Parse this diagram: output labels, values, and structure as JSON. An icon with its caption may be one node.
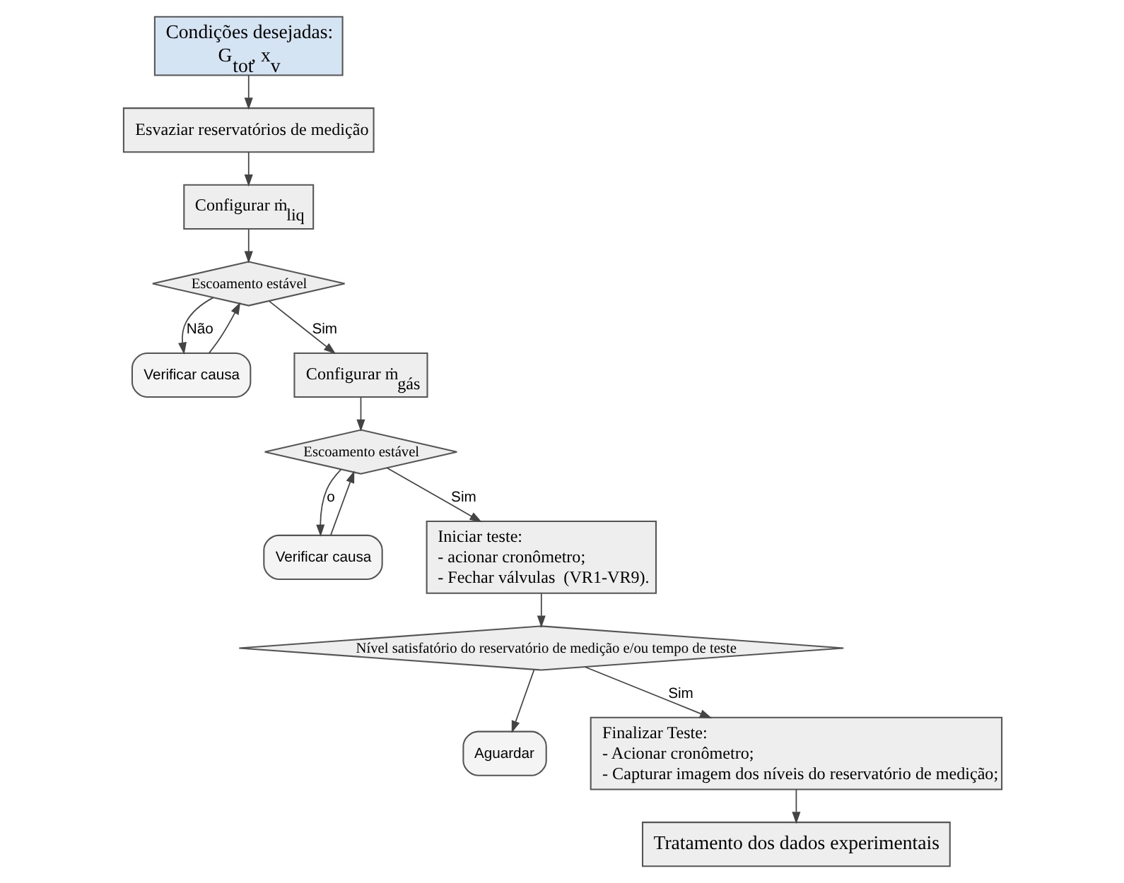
{
  "diagram": {
    "nodes": [
      {
        "text": [
          "Condições desejadas:",
          "G$_{tot}$, x$_{v}$"
        ]
      },
      {
        "text": [
          "Esvaziar reservatórios de medição"
        ]
      },
      {
        "text": [
          "Configurar ṁ$_{liq}$"
        ]
      },
      {
        "text": [
          "Escoamento estável"
        ]
      },
      {
        "text": [
          "Verificar causa"
        ]
      },
      {
        "text": [
          "Configurar ṁ$_{gás}$"
        ]
      },
      {
        "text": [
          "Escoamento estável"
        ]
      },
      {
        "text": [
          "Verificar causa"
        ]
      },
      {
        "text": [
          "Iniciar teste:",
          "- acionar cronômetro;",
          "- Fechar válvulas  (VR1-VR9)."
        ]
      },
      {
        "text": [
          "Nível satisfatório do reservatório de medição e/ou tempo de teste"
        ]
      },
      {
        "text": [
          "Aguardar"
        ]
      },
      {
        "text": [
          "Finalizar Teste:",
          "- Acionar cronômetro;",
          "- Capturar imagem dos níveis do reservatório de medição;"
        ]
      },
      {
        "text": [
          "Tratamento dos dados experimentais"
        ]
      }
    ],
    "edges": [
      {
        "from": 0,
        "to": 1,
        "arrow": "to"
      },
      {
        "from": 1,
        "to": 2,
        "arrow": "to"
      },
      {
        "from": 2,
        "to": 3,
        "arrow": "to"
      },
      {
        "from": 3,
        "to": 4,
        "arrow": "to",
        "label": "Não"
      },
      {
        "from": 4,
        "to": 3,
        "arrow": "to"
      },
      {
        "from": 3,
        "to": 5,
        "arrow": "to",
        "label": "Sim"
      },
      {
        "from": 5,
        "to": 6,
        "arrow": "to"
      },
      {
        "from": 6,
        "to": 7,
        "arrow": "to",
        "label": "o"
      },
      {
        "from": 7,
        "to": 6,
        "arrow": "to"
      },
      {
        "from": 6,
        "to": 8,
        "arrow": "to",
        "label": "Sim"
      },
      {
        "from": 8,
        "to": 9,
        "arrow": "to"
      },
      {
        "from": 9,
        "to": 10,
        "arrow": "to"
      },
      {
        "from": 9,
        "to": 11,
        "arrow": "to",
        "label": "Sim"
      },
      {
        "from": 11,
        "to": 12,
        "arrow": "to"
      }
    ]
  }
}
